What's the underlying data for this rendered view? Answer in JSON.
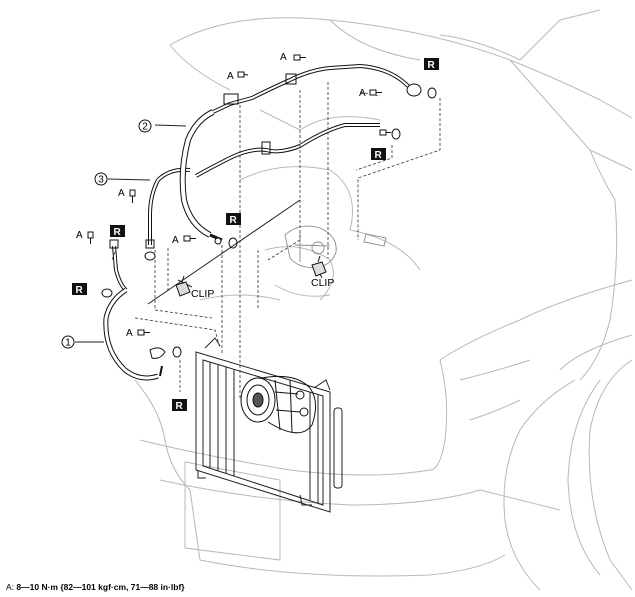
{
  "labels": {
    "torque_mark": "A",
    "replace_mark": "R",
    "clip": "CLIP"
  },
  "callouts": {
    "c1": "1",
    "c2": "2",
    "c3": "3"
  },
  "footnote": {
    "prefix": "A:",
    "spec": "8—10 N·m {82—101 kgf·cm, 71—88 in·lbf}"
  }
}
